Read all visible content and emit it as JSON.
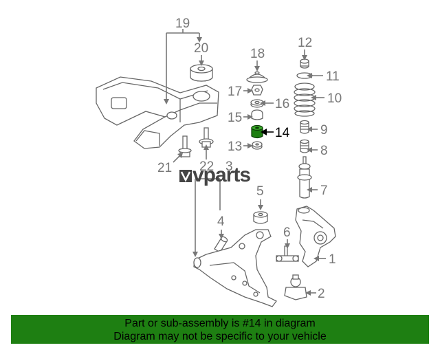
{
  "diagram": {
    "callouts": [
      "19",
      "20",
      "18",
      "12",
      "11",
      "17",
      "16",
      "10",
      "15",
      "9",
      "13",
      "14",
      "8",
      "21",
      "22",
      "3",
      "7",
      "5",
      "4",
      "6",
      "1",
      "2"
    ],
    "highlighted_callout": "14",
    "highlight_color": "#1e7f12",
    "part_line_color": "#666666"
  },
  "logo": {
    "text": "vparts",
    "mark": "V"
  },
  "banner": {
    "line1": "Part or sub-assembly is #14 in diagram",
    "line2": "Diagram may not be specific to your vehicle",
    "background": "#1e7f12"
  }
}
